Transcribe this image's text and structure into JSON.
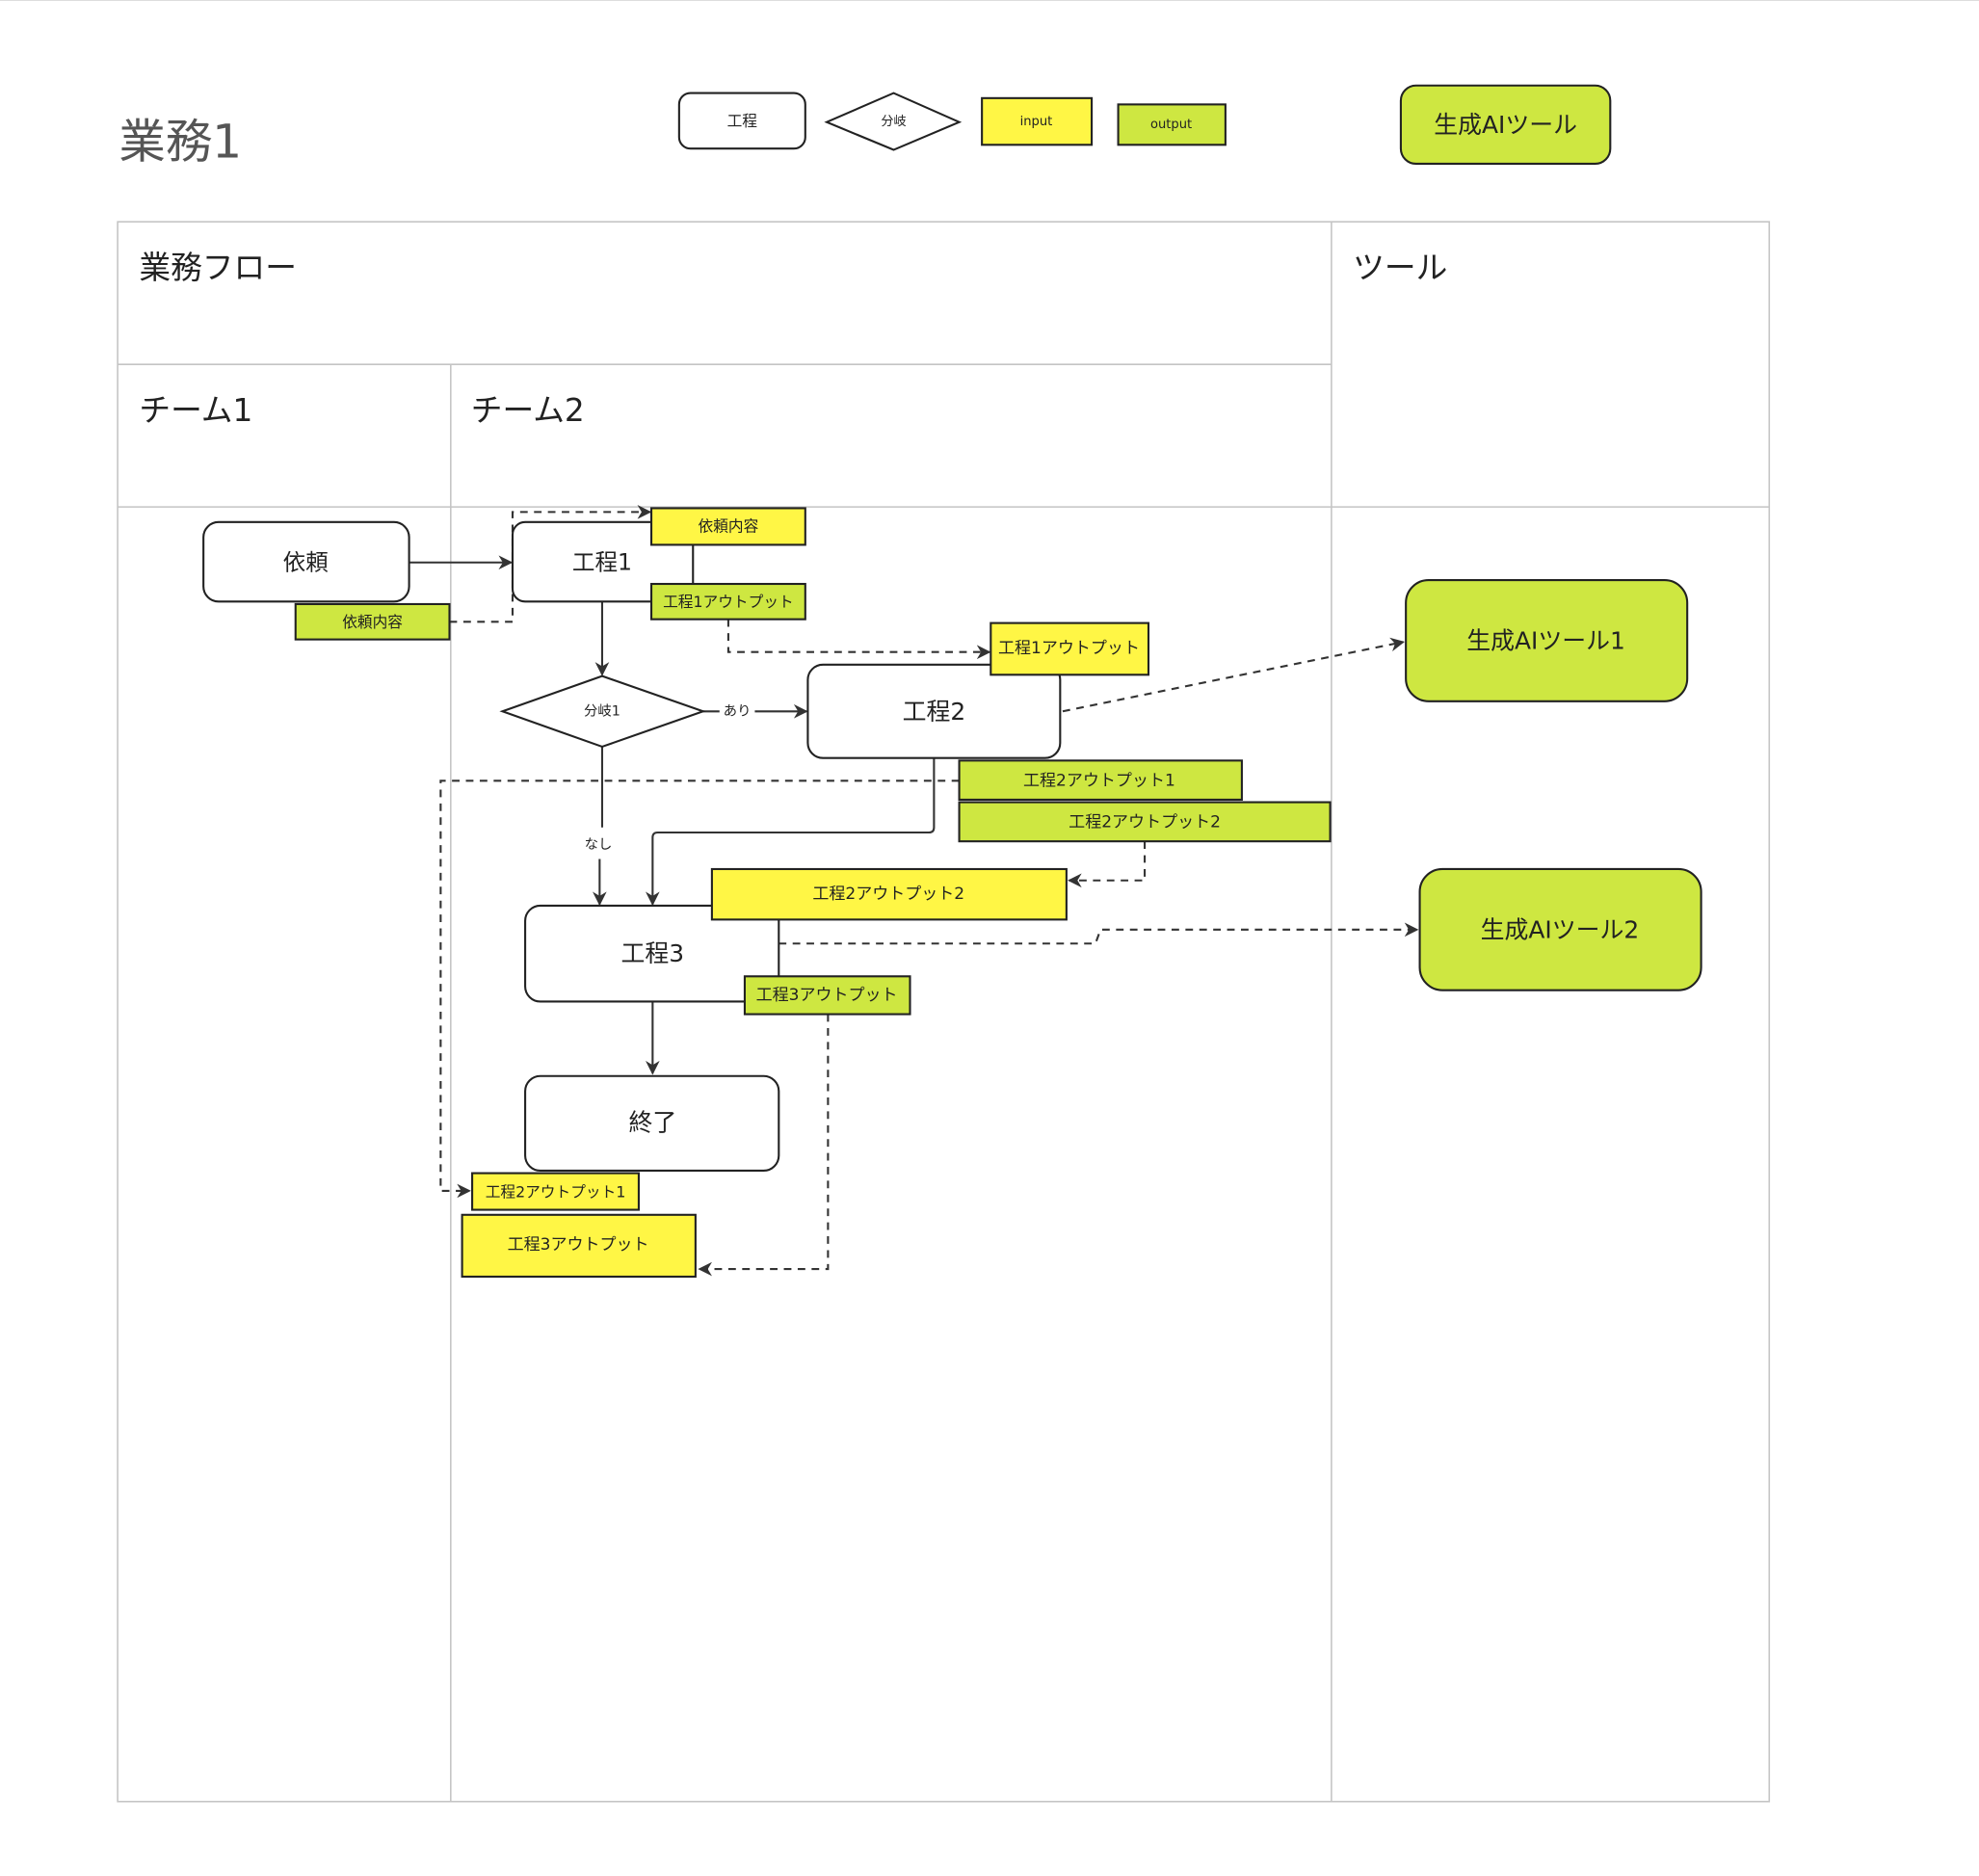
{
  "title": "業務1",
  "legend": {
    "process": "工程",
    "branch": "分岐",
    "input": "input",
    "output": "output",
    "ai_tool": "生成AIツール"
  },
  "table": {
    "flow_header": "業務フロー",
    "tool_header": "ツール",
    "team1": "チーム1",
    "team2": "チーム2"
  },
  "nodes": {
    "request": "依頼",
    "request_content_out": "依頼内容",
    "process1": "工程1",
    "process1_in": "依頼内容",
    "process1_out": "工程1アウトプット",
    "branch1": "分岐1",
    "yes_label": "あり",
    "no_label": "なし",
    "process2": "工程2",
    "process2_in": "工程1アウトプット",
    "process2_out1": "工程2アウトプット1",
    "process2_out2": "工程2アウトプット2",
    "process3": "工程3",
    "process3_in": "工程2アウトプット2",
    "process3_out": "工程3アウトプット",
    "end": "終了",
    "end_in1": "工程2アウトプット1",
    "end_in2": "工程3アウトプット",
    "ai_tool1": "生成AIツール1",
    "ai_tool2": "生成AIツール2"
  },
  "colors": {
    "input": "#fff645",
    "output": "#cee741",
    "tool": "#cee741"
  }
}
